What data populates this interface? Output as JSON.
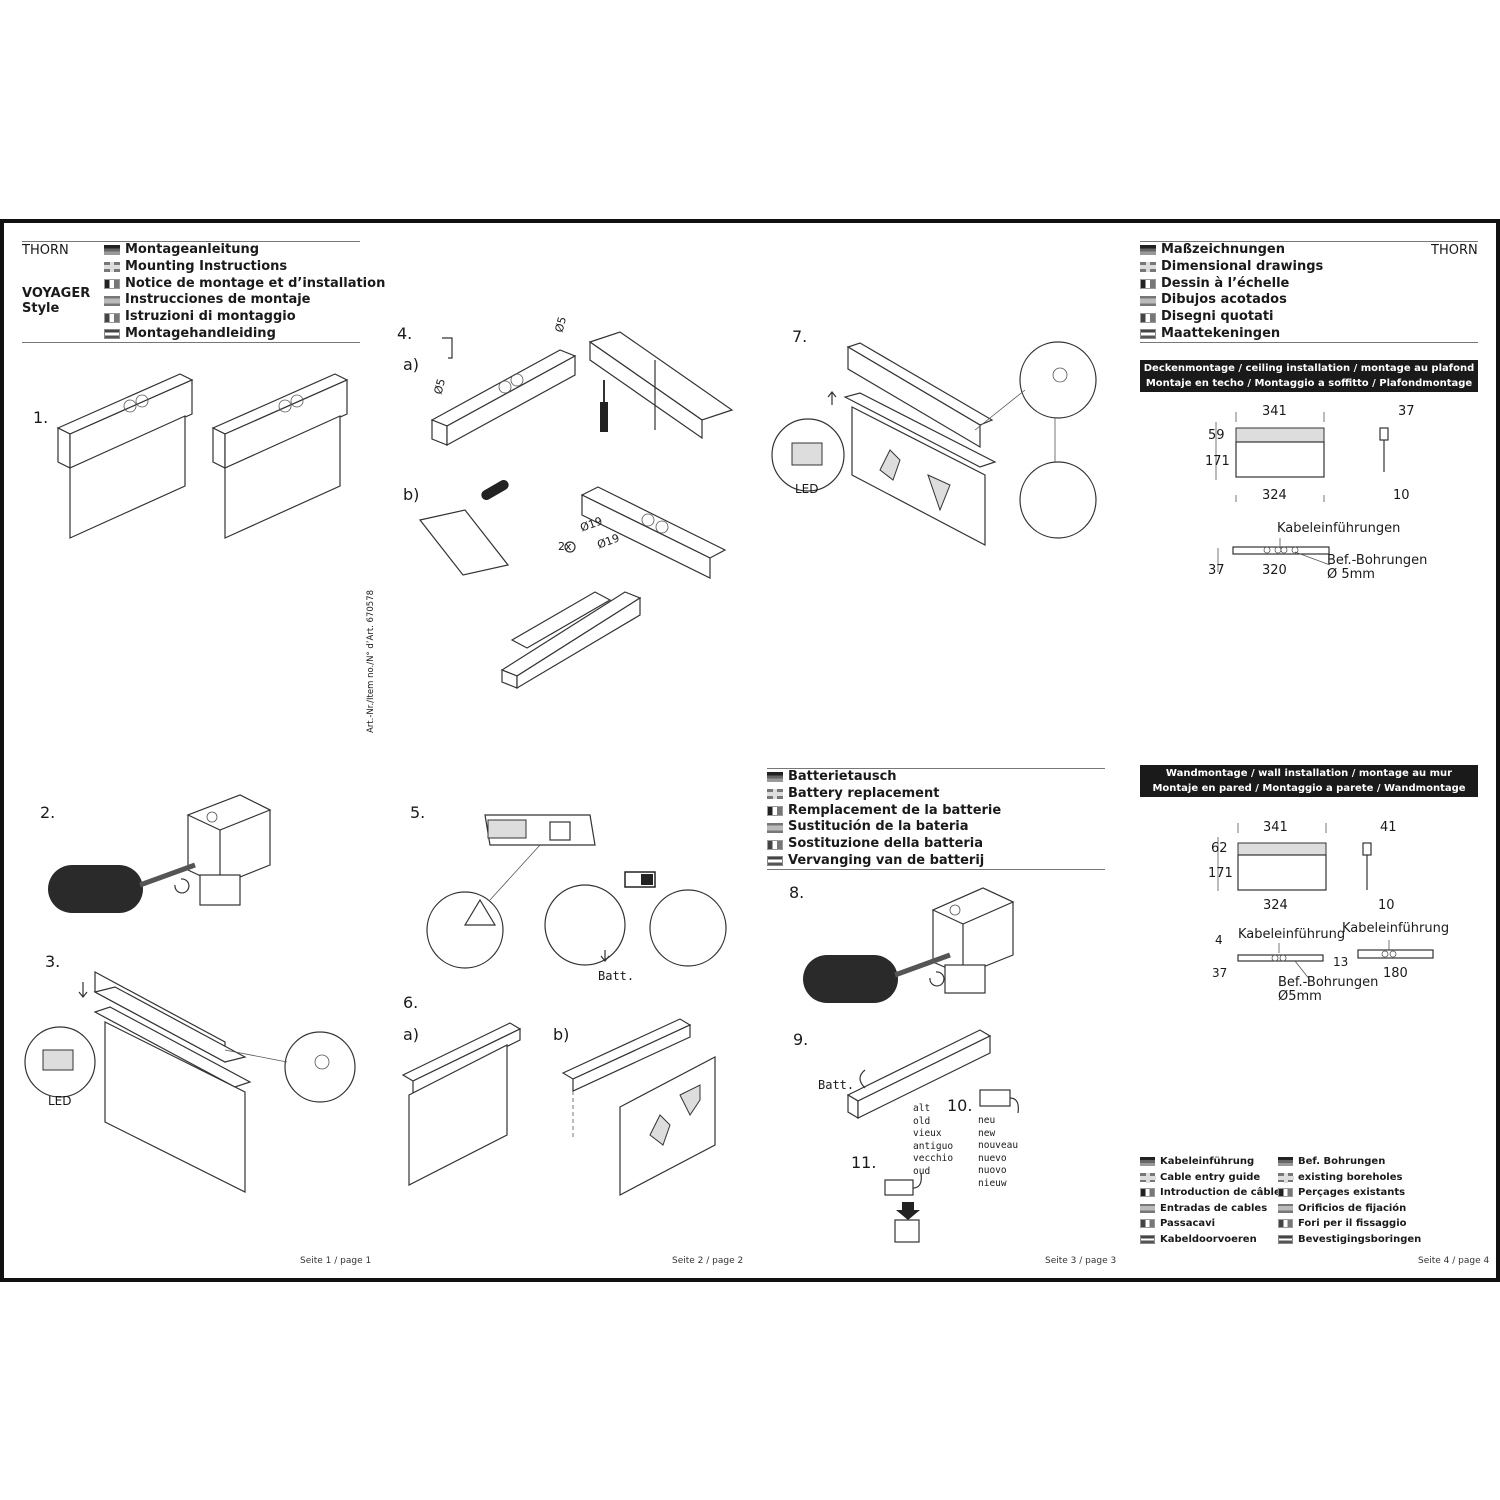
{
  "brand": "THORN",
  "product": {
    "line1": "VOYAGER",
    "line2": "Style"
  },
  "main_titles": [
    {
      "flag": "de",
      "text": "Montageanleitung"
    },
    {
      "flag": "gb",
      "text": "Mounting Instructions"
    },
    {
      "flag": "fr",
      "text": "Notice de montage et d’installation"
    },
    {
      "flag": "es",
      "text": "Instrucciones de montaje"
    },
    {
      "flag": "it",
      "text": "Istruzioni di montaggio"
    },
    {
      "flag": "nl",
      "text": "Montagehandleiding"
    }
  ],
  "dim_titles": [
    {
      "flag": "de",
      "text": "Maßzeichnungen"
    },
    {
      "flag": "gb",
      "text": "Dimensional drawings"
    },
    {
      "flag": "fr",
      "text": "Dessin à l’échelle"
    },
    {
      "flag": "es",
      "text": "Dibujos acotados"
    },
    {
      "flag": "it",
      "text": "Disegni quotati"
    },
    {
      "flag": "nl",
      "text": "Maattekeningen"
    }
  ],
  "battery_titles": [
    {
      "flag": "de",
      "text": "Batterietausch"
    },
    {
      "flag": "gb",
      "text": "Battery replacement"
    },
    {
      "flag": "fr",
      "text": "Remplacement de la batterie"
    },
    {
      "flag": "es",
      "text": "Sustitución de la bateria"
    },
    {
      "flag": "it",
      "text": "Sostituzione della batteria"
    },
    {
      "flag": "nl",
      "text": "Vervanging van de batterij"
    }
  ],
  "article_number": "Art.-Nr./Item no./N° d’Art. 670578",
  "steps": {
    "s1": "1.",
    "s2": "2.",
    "s3": "3.",
    "s4": "4.",
    "s5": "5.",
    "s6": "6.",
    "s7": "7.",
    "s8": "8.",
    "s9": "9.",
    "s10": "10.",
    "s11": "11.",
    "a": "a)",
    "b": "b)"
  },
  "labels": {
    "led": "LED",
    "batt": "Batt.",
    "diam5": "Ø5",
    "diam19": "Ø19",
    "two_x": "2x",
    "old": [
      "alt",
      "old",
      "vieux",
      "antiguo",
      "vecchio",
      "oud"
    ],
    "new": [
      "neu",
      "new",
      "nouveau",
      "nuevo",
      "nuovo",
      "nieuw"
    ]
  },
  "ceiling": {
    "banner_line1": "Deckenmontage / ceiling installation / montage au plafond",
    "banner_line2": "Montaje en techo / Montaggio a soffitto / Plafondmontage",
    "width_top": "341",
    "depth_top": "37",
    "height_top": "59",
    "height_plate": "171",
    "width_bottom": "324",
    "plate_thickness": "10",
    "cable_entry": "Kabeleinführungen",
    "boreholes": "Bef.-Bohrungen",
    "bore_diam": "Ø 5mm",
    "base_depth": "37",
    "bore_distance": "320"
  },
  "wall": {
    "banner_line1": "Wandmontage / wall installation / montage au mur",
    "banner_line2": "Montaje en pared / Montaggio a parete / Wandmontage",
    "width_top": "341",
    "depth_top": "41",
    "height_top": "62",
    "height_plate": "171",
    "width_bottom": "324",
    "plate_thickness": "10",
    "cable_entry_left": "Kabeleinführung",
    "cable_entry_right": "Kabeleinführung",
    "offset_small": "4",
    "base_depth": "37",
    "side_height": "13",
    "side_distance": "180",
    "boreholes": "Bef.-Bohrungen",
    "bore_diam": "Ø5mm"
  },
  "legend_cable": [
    {
      "flag": "de",
      "text": "Kabeleinführung"
    },
    {
      "flag": "gb",
      "text": "Cable entry guide"
    },
    {
      "flag": "fr",
      "text": "Introduction de câble"
    },
    {
      "flag": "es",
      "text": "Entradas de cables"
    },
    {
      "flag": "it",
      "text": "Passacavi"
    },
    {
      "flag": "nl",
      "text": "Kabeldoorvoeren"
    }
  ],
  "legend_bore": [
    {
      "flag": "de",
      "text": "Bef. Bohrungen"
    },
    {
      "flag": "gb",
      "text": "existing boreholes"
    },
    {
      "flag": "fr",
      "text": "Perçages existants"
    },
    {
      "flag": "es",
      "text": "Orificios de fijación"
    },
    {
      "flag": "it",
      "text": "Fori per il fissaggio"
    },
    {
      "flag": "nl",
      "text": "Bevestigingsboringen"
    }
  ],
  "pages": [
    "Seite 1 / page 1",
    "Seite 2 / page 2",
    "Seite 3 / page 3",
    "Seite 4 / page 4"
  ]
}
